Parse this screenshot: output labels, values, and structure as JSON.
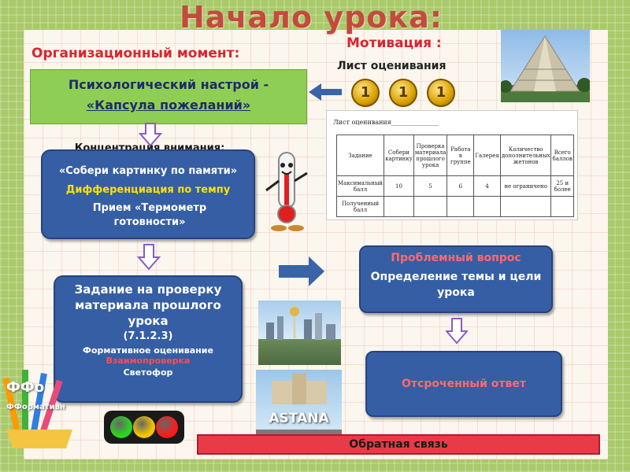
{
  "title": "Начало урока:",
  "org_moment": "Организационный момент:",
  "motivation": "Мотивация :",
  "assessment_sheet_label": "Лист оценивания",
  "medals": [
    "1",
    "1",
    "1"
  ],
  "green_box": {
    "line1": "Психологический настрой -",
    "line2": "«Капсула пожеланий»"
  },
  "concentration_label": "Концентрация внимания:",
  "box1": {
    "line1": "«Собери картинку по памяти»",
    "line2": "Дифференциация по  темпу",
    "line3": "Прием «Термометр готовности»"
  },
  "box2": {
    "title": "Задание на проверку материала прошлого урока",
    "code": "(7.1.2.3)",
    "formative": "Формативное оценивание",
    "peer": "Взаимопроверка",
    "traffic": "Светофор"
  },
  "box3": {
    "problem": "Проблемный вопрос",
    "desc": "Определение темы и цели урока"
  },
  "box4": {
    "text": "Отсроченный ответ"
  },
  "feedback": "Обратная связь",
  "side_text": {
    "big": "ФФо",
    "small": "ФФормативн"
  },
  "photo_sign": "ASTANA",
  "sheet": {
    "header": "Лист оценивания_______________",
    "columns": [
      "Задание",
      "Собери картинку",
      "Проверка материала прошлого урока",
      "Работа в группе",
      "Галерея",
      "Количество дополнительных жетонов",
      "Всего баллов"
    ],
    "rows": [
      [
        "Максимальный балл",
        "10",
        "5",
        "6",
        "4",
        "не ограничено",
        "25 и более"
      ],
      [
        "Полученный балл",
        "",
        "",
        "",
        "",
        "",
        ""
      ]
    ]
  },
  "colors": {
    "red_title": "#c24b3e",
    "blue_box": "#355ea4",
    "green_box": "#8fce54",
    "feedback_red": "#e93a48",
    "differentiation_yellow": "#ffe100"
  },
  "traffic_lights": [
    "#2bd61e",
    "#f5c400",
    "#ff1a1a"
  ]
}
